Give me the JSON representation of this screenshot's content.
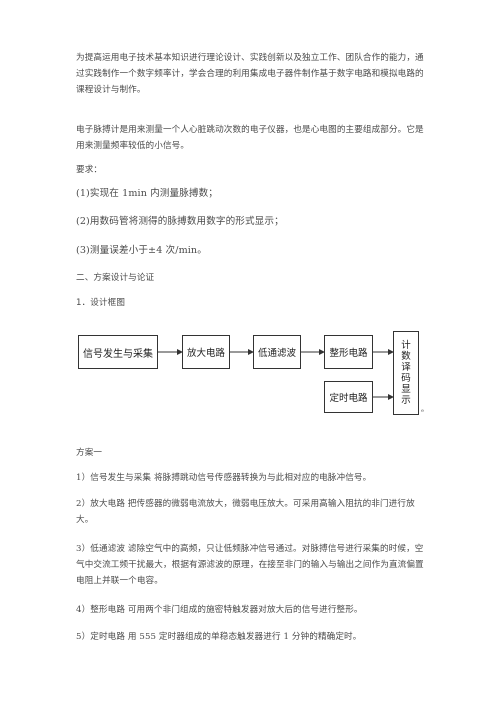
{
  "paragraphs": {
    "intro1": "为提高运用电子技术基本知识进行理论设计、实践创新以及独立工作、团队合作的能力，通过实践制作一个数字频率计，学会合理的利用集成电子器件制作基于数字电路和模拟电路的课程设计与制作。",
    "intro2": "电子脉搏计是用来测量一个人心脏跳动次数的电子仪器，也是心电图的主要组成部分。它是用来测量频率较低的小信号。",
    "req_title": "要求：",
    "req1": "(1)实现在 1min 内测量脉搏数；",
    "req2": "(2)用数码管将测得的脉搏数用数字的形式显示；",
    "req3": " (3)测量误差小于±4 次/min。",
    "section2": "二、方案设计与论证",
    "sub1": "1．设计框图",
    "scheme": "方案一",
    "item1": "1）信号发生与采集   将脉搏跳动信号传感器转换为与此相对应的电脉冲信号。",
    "item2": "2）放大电路   把传感器的微弱电流放大，微弱电压放大。可采用高输入阻抗的非门进行放大。",
    "item3": "3）低通滤波   滤除空气中的高频，只让低频脉冲信号通过。对脉搏信号进行采集的时候，空气中交流工频干扰最大，根据有源滤波的原理，在接至非门的输入与输出之间作为直流偏置电阻上并联一个电容。",
    "item4": "4）整形电路   可用两个非门组成的施密特触发器对放大后的信号进行整形。",
    "item5": "5）定时电路   用 555 定时器组成的单稳态触发器进行 1 分钟的精确定时。"
  },
  "diagram": {
    "blocks": {
      "signal": "信号发生与采集",
      "amp": "放大电路",
      "filter": "低通滤波",
      "shaper": "整形电路",
      "timer": "定时电路",
      "counter_chars": [
        "计",
        "数",
        "译",
        "码",
        "显",
        "示"
      ]
    },
    "mark": "e"
  }
}
